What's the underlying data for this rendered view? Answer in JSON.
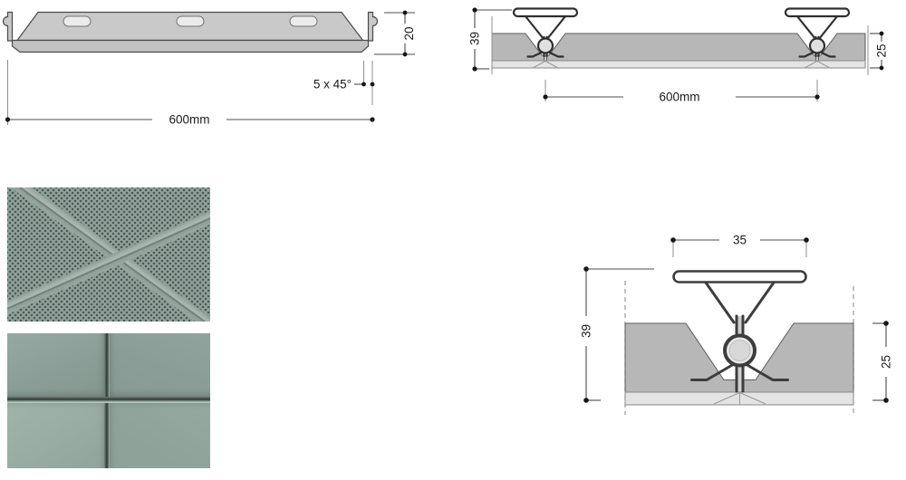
{
  "colors": {
    "background": "#ffffff",
    "panel_fill": "#c9c9c9",
    "section_fill": "#b7b7b7",
    "backing_fill": "#e4e4e4",
    "outline": "#4a4a4a",
    "clip_line": "#2f2f2f",
    "dimension_line": "#4c4c4c",
    "tile_base": "#8ea29b",
    "tile_perforation": "#4b5952",
    "tile_groove": "#323e39"
  },
  "figures": {
    "panel_profile": {
      "label_width": "600mm",
      "label_height": "20",
      "label_chamfer": "5 x 45°"
    },
    "suspension_section": {
      "label_span": "600mm",
      "label_total_height": "39",
      "label_panel_thickness": "25"
    },
    "clip_detail": {
      "label_clip_width": "35",
      "label_total_height": "39",
      "label_panel_thickness": "25"
    }
  }
}
